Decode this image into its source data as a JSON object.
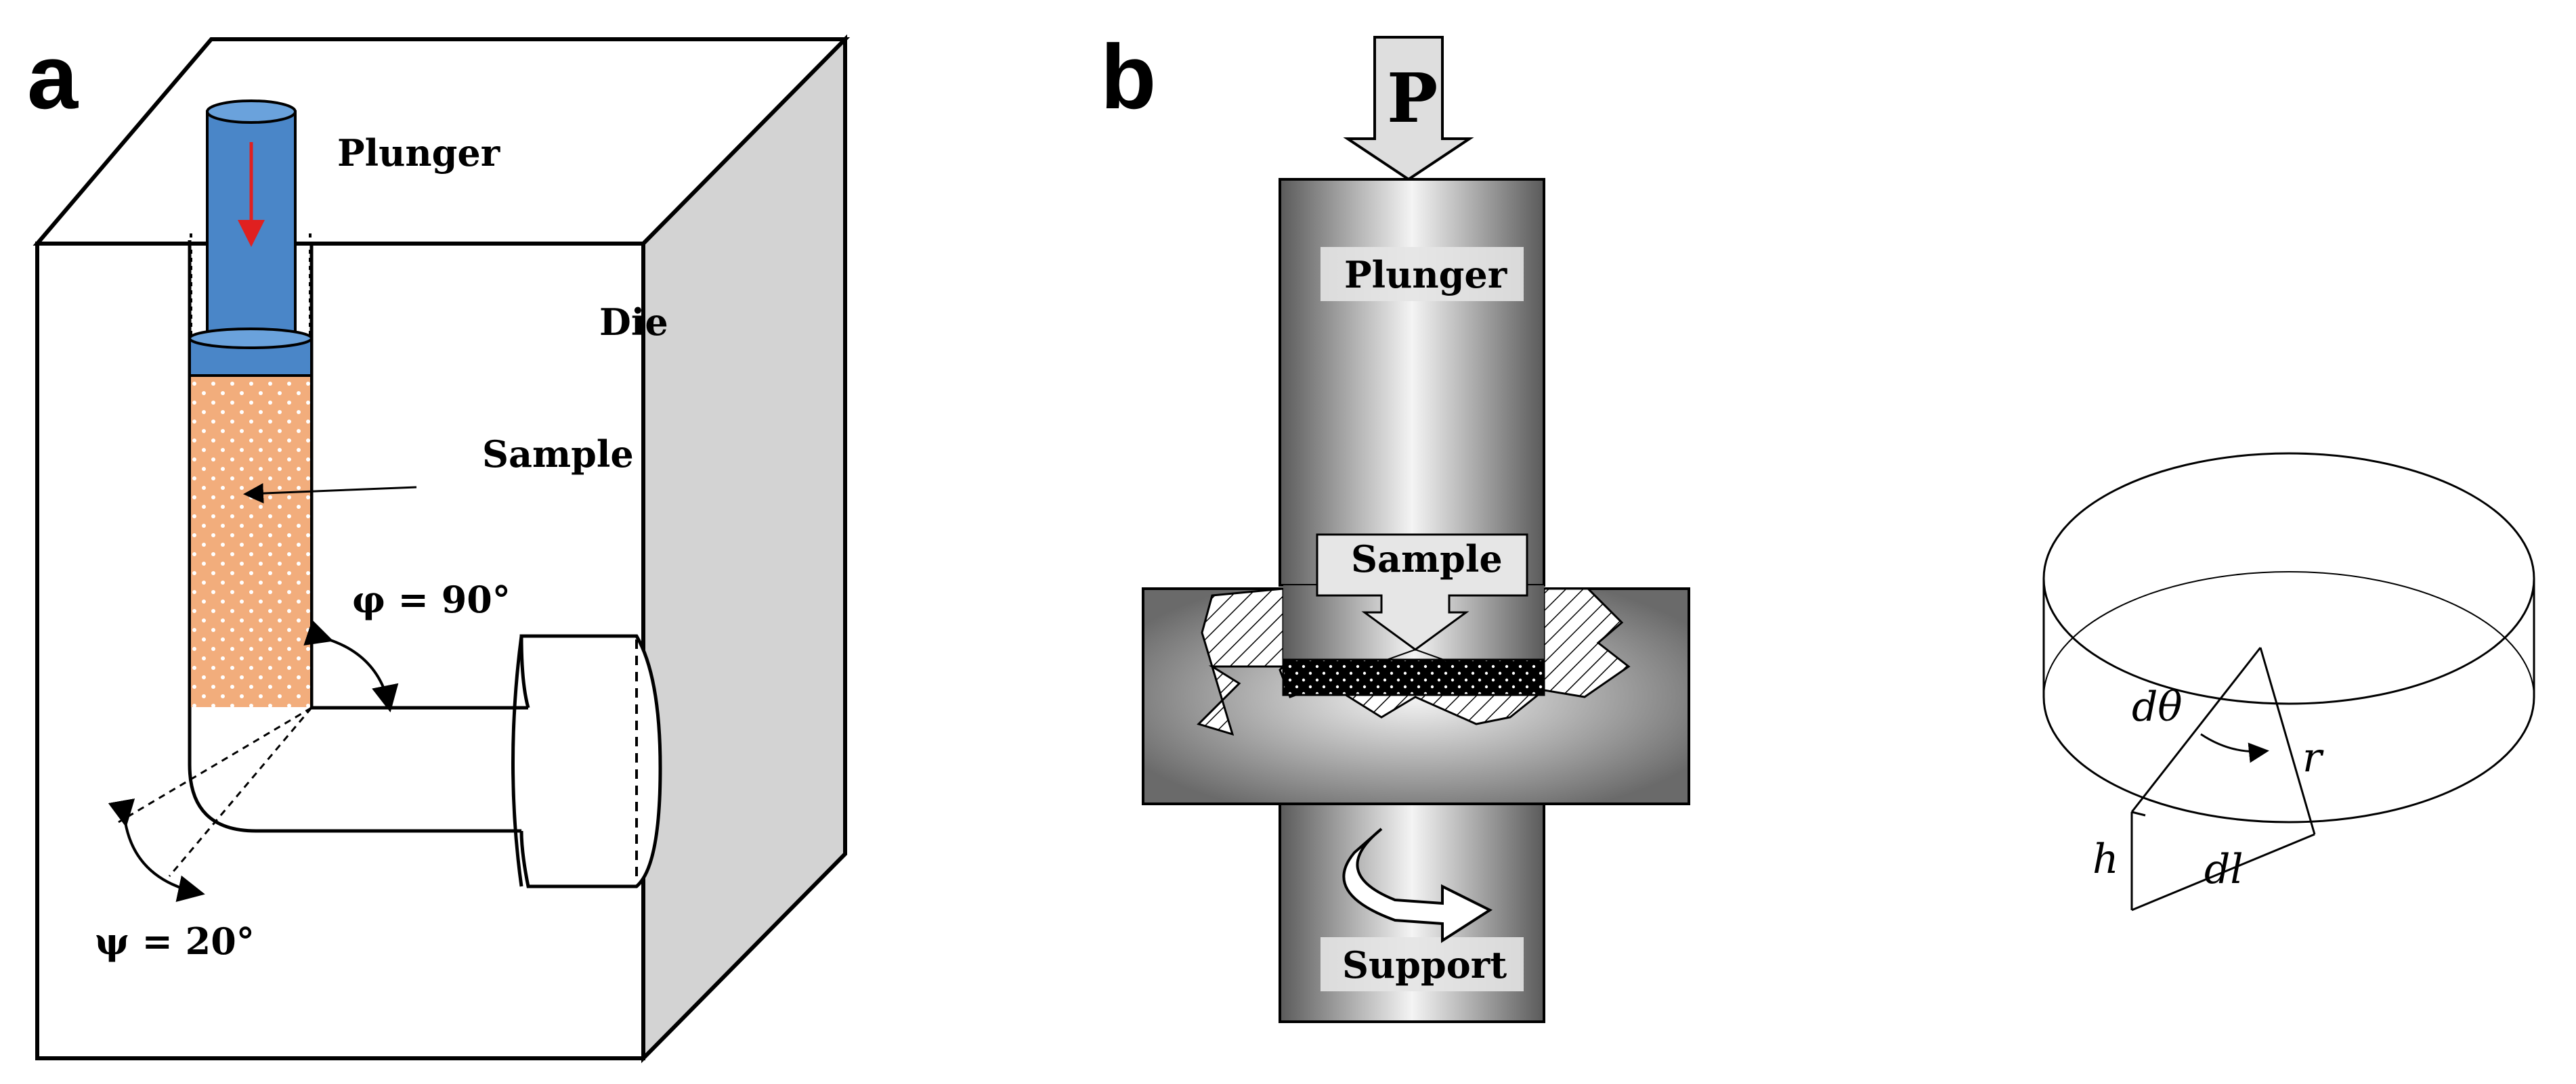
{
  "panels": {
    "a": {
      "letter": "a",
      "labels": {
        "plunger": "Plunger",
        "die": "Die",
        "sample": "Sample",
        "phi": "φ = 90°",
        "psi": "ψ = 20°"
      }
    },
    "b": {
      "letter": "b",
      "labels": {
        "load": "P",
        "plunger": "Plunger",
        "sample": "Sample",
        "support": "Support"
      }
    },
    "c": {
      "labels": {
        "dtheta": "dθ",
        "r": "r",
        "h": "h",
        "dl": "dl"
      }
    }
  },
  "colors": {
    "plunger_blue": "#4a86c8",
    "sample_orange": "#f2ad7c",
    "die_side_gray": "#d3d3d3",
    "arrow_red": "#e02020"
  }
}
